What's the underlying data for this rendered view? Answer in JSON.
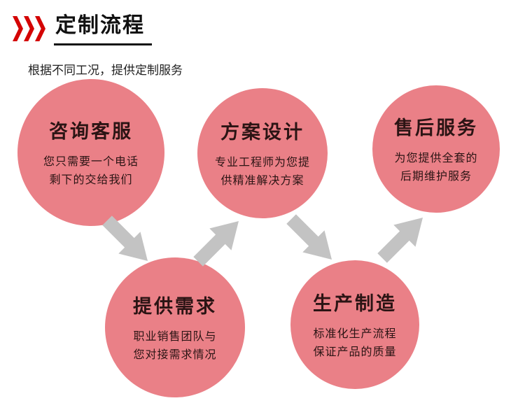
{
  "header": {
    "title": "定制流程",
    "subtitle": "根据不同工况，提供定制服务"
  },
  "steps": [
    {
      "title": "咨询客服",
      "desc_line1": "您只需要一个电话",
      "desc_line2": "剩下的交给我们"
    },
    {
      "title": "方案设计",
      "desc_line1": "专业工程师为您提",
      "desc_line2": "供精准解决方案"
    },
    {
      "title": "售后服务",
      "desc_line1": "为您提供全套的",
      "desc_line2": "后期维护服务"
    },
    {
      "title": "提供需求",
      "desc_line1": "职业销售团队与",
      "desc_line2": "您对接需求情况"
    },
    {
      "title": "生产制造",
      "desc_line1": "标准化生产流程",
      "desc_line2": "保证产品的质量"
    }
  ],
  "icons": {
    "header": "triple-chevron-right",
    "flow": "bent-block-arrow"
  },
  "colors": {
    "accent": "#d40404",
    "circle": "#ea8087",
    "arrow": "#c3c3c3",
    "step_text": "#2b1414"
  }
}
